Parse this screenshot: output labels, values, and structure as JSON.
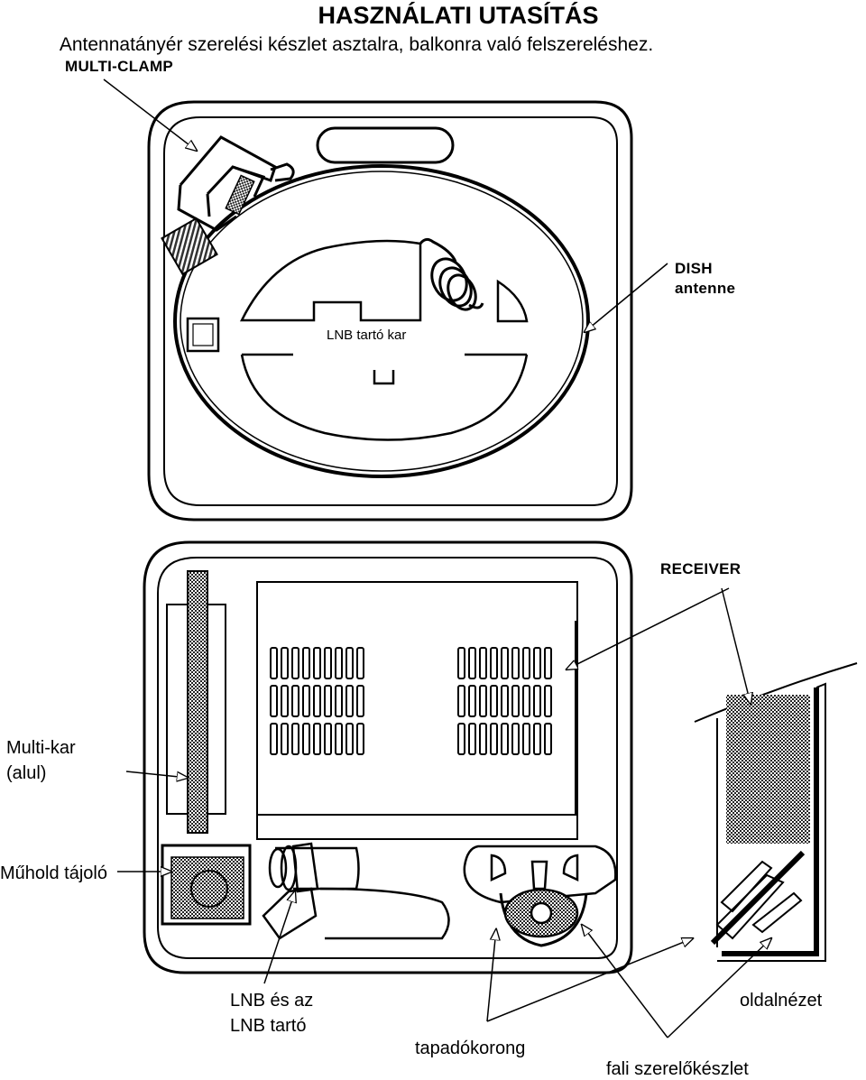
{
  "header": {
    "title": "HASZNÁLATI UTASÍTÁS",
    "subtitle": "Antennatányér szerelési készlet asztalra, balkonra való felszereléshez."
  },
  "labels": {
    "multi_clamp": "MULTI-CLAMP",
    "dish_line1": "DISH",
    "dish_line2": "antenne",
    "lnb_arm": "LNB tartó kar",
    "receiver": "RECEIVER",
    "multi_arm_line1": "Multi-kar",
    "multi_arm_line2": "(alul)",
    "satellite_finder": "Műhold tájoló",
    "lnb_line1": "LNB és az",
    "lnb_line2": "LNB tartó",
    "side_view": "oldalnézet",
    "suction_cup": "tapadókorong",
    "wall_kit": "fali szerelőkészlet"
  }
}
